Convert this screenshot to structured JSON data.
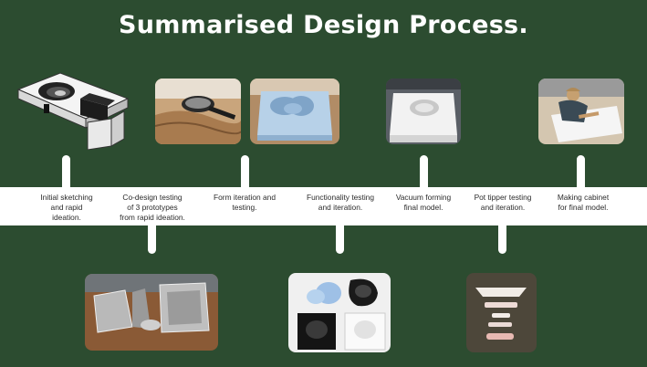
{
  "title": "Summarised Design Process.",
  "steps": [
    {
      "label": "Initial sketching\nand rapid\nideation."
    },
    {
      "label": "Co-design testing\nof 3 prototypes\nfrom rapid ideation."
    },
    {
      "label": "Form iteration and\ntesting."
    },
    {
      "label": "Functionality testing\nand iteration."
    },
    {
      "label": "Vacuum forming\nfinal model."
    },
    {
      "label": "Pot tipper testing\nand iteration."
    },
    {
      "label": "Making cabinet\nfor final model."
    }
  ],
  "colors": {
    "background": "#2c4c30",
    "band": "#ffffff",
    "text": "#2b2b2b"
  }
}
